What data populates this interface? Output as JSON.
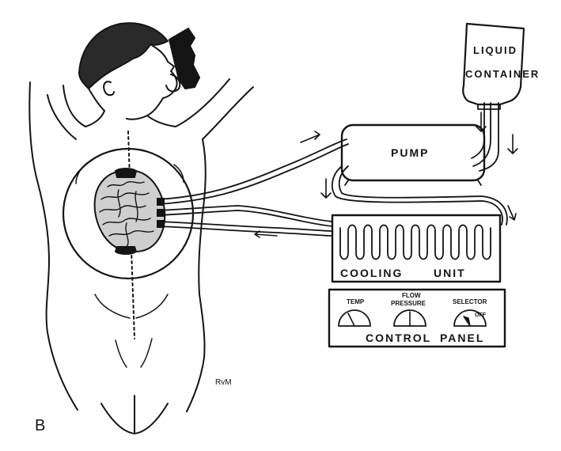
{
  "labels": {
    "liquid_container_line1": "LIQUID",
    "liquid_container_line2": "CONTAINER",
    "pump": "PUMP",
    "cooling_unit_word1": "COOLING",
    "cooling_unit_word2": "UNIT",
    "control_panel_word1": "CONTROL",
    "control_panel_word2": "PANEL",
    "gauge_temp": "TEMP",
    "gauge_flow_line1": "FLOW",
    "gauge_flow_line2": "PRESSURE",
    "gauge_selector": "SELECTOR",
    "selector_setting": "OFF",
    "artist_signature": "RvM",
    "panel_letter": "B"
  },
  "colors": {
    "ink": "#141414",
    "paper": "#ffffff"
  }
}
